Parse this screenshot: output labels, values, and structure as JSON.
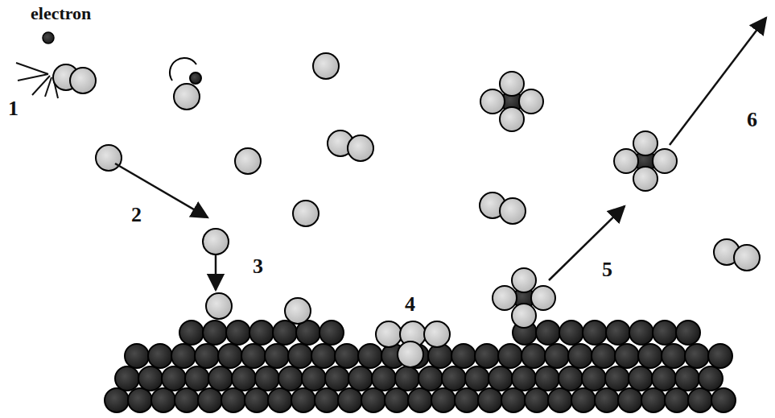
{
  "diagram": {
    "labels": [
      "electron",
      "1",
      "2",
      "3",
      "4",
      "5",
      "6"
    ]
  }
}
